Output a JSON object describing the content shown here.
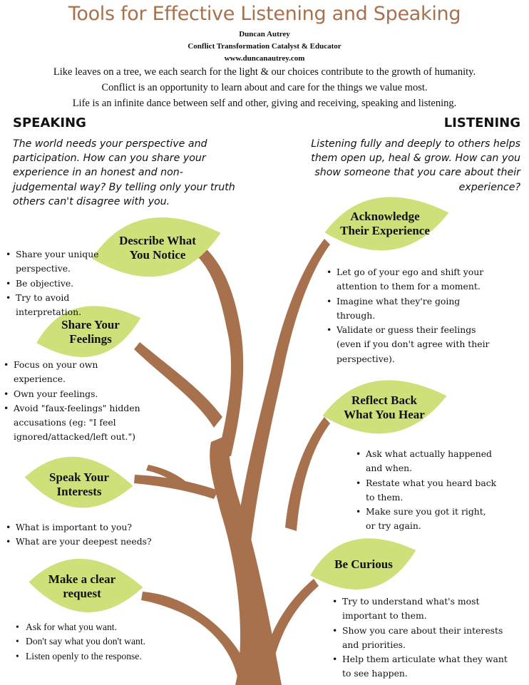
{
  "header": {
    "title": "Tools for Effective Listening and Speaking",
    "author": "Duncan Autrey",
    "role": "Conflict Transformation Catalyst & Educator",
    "website": "www.duncanautrey.com",
    "quotes": [
      "Like leaves on a tree, we each search for the light & our choices contribute to the growth of humanity.",
      "Conflict is an opportunity to learn about and care for the things we value most.",
      "Life is an infinite dance between self and other, giving and receiving, speaking and listening."
    ]
  },
  "colors": {
    "title": "#a8714d",
    "trunk": "#a8714d",
    "leaf": "#cde07a"
  },
  "speaking": {
    "heading": "SPEAKING",
    "intro": [
      "The world needs your perspective and",
      "participation. How can you share your",
      "experience in an honest and non-",
      "judgemental way? By telling only your truth",
      "others can't disagree with you."
    ],
    "leaves": [
      {
        "label": [
          "Describe What",
          "You Notice"
        ],
        "bullets": [
          [
            "Share your unique",
            "perspective."
          ],
          [
            "Be objective."
          ],
          [
            "Try to avoid interpretation."
          ]
        ]
      },
      {
        "label": [
          "Share Your",
          "Feelings"
        ],
        "bullets": [
          [
            "Focus on your own",
            "experience."
          ],
          [
            "Own your feelings."
          ],
          [
            "Avoid \"faux-feelings\"  hidden",
            "accusations (eg: \"I feel",
            "ignored/attacked/left out.\")"
          ]
        ]
      },
      {
        "label": [
          "Speak Your",
          "Interests"
        ],
        "bullets": [
          [
            "What is important to you?"
          ],
          [
            "What are your deepest needs?"
          ]
        ]
      },
      {
        "label": [
          "Make a clear",
          "request"
        ],
        "bullets": [
          [
            "Ask for what you want."
          ],
          [
            "Don't say what you don't want."
          ],
          [
            "Listen openly to the response."
          ]
        ]
      }
    ]
  },
  "listening": {
    "heading": "LISTENING",
    "intro": [
      "Listening fully and deeply to others helps",
      "them open up, heal & grow. How can you",
      "show someone that you care about their",
      "experience?"
    ],
    "leaves": [
      {
        "label": [
          "Acknowledge",
          "Their Experience"
        ],
        "bullets": [
          [
            "Let go of your ego and shift your",
            "attention to them for a moment."
          ],
          [
            "Imagine what they're going",
            "through."
          ],
          [
            "Validate or guess their feelings",
            "(even if you don't agree with their",
            "perspective)."
          ]
        ]
      },
      {
        "label": [
          "Reflect Back",
          "What You Hear"
        ],
        "bullets": [
          [
            "Ask what actually happened",
            "and when."
          ],
          [
            "Restate what you heard back",
            "to them."
          ],
          [
            "Make sure you got it right,",
            "or try again."
          ]
        ]
      },
      {
        "label": [
          "Be Curious"
        ],
        "bullets": [
          [
            "Try to understand what's most",
            "important to them."
          ],
          [
            "Show you care about their interests",
            "and priorities."
          ],
          [
            "Help them articulate what they want",
            "to see happen."
          ]
        ]
      }
    ]
  }
}
